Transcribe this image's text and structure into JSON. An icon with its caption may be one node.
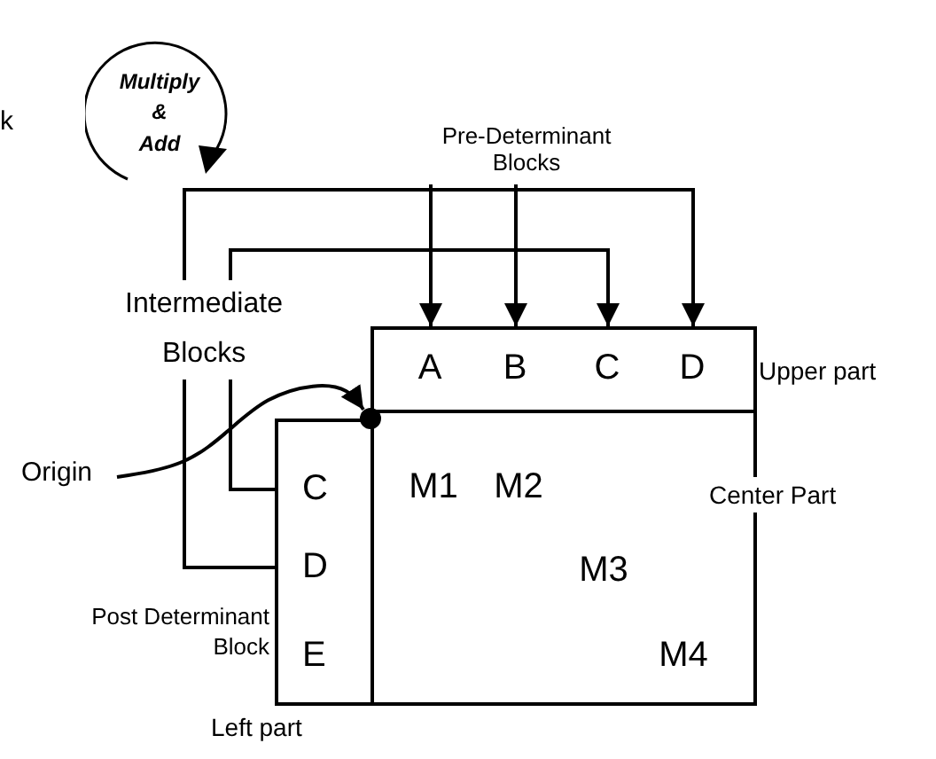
{
  "diagram": {
    "nodes": [
      {
        "text": [
          "Multiply & Add"
        ]
      },
      {
        "text": [
          "Pre-Determinant Blocks"
        ]
      },
      {
        "text": [
          "Upper part"
        ]
      },
      {
        "text": [
          "A"
        ],
        "in": 2
      },
      {
        "text": [
          "B"
        ],
        "in": 2
      },
      {
        "text": [
          "C"
        ],
        "in": 2
      },
      {
        "text": [
          "D"
        ],
        "in": 2
      },
      {
        "text": [
          "Center Part"
        ]
      },
      {
        "text": [
          "M1"
        ],
        "in": 7
      },
      {
        "text": [
          "M2"
        ],
        "in": 7
      },
      {
        "text": [
          "M3"
        ],
        "in": 7
      },
      {
        "text": [
          "M4"
        ],
        "in": 7
      },
      {
        "text": [
          "Left part"
        ]
      },
      {
        "text": [
          "C"
        ],
        "in": 12
      },
      {
        "text": [
          "D"
        ],
        "in": 12
      },
      {
        "text": [
          "E"
        ],
        "in": 12,
        "beside": [
          "Post Determinant Block"
        ]
      },
      {
        "text": [
          "Origin"
        ]
      },
      {
        "text": [],
        "shape": "circle"
      }
    ],
    "edges": [
      {
        "from": 1,
        "to": 3,
        "arrow": "to"
      },
      {
        "from": 1,
        "to": 4,
        "arrow": "to"
      },
      {
        "from": 13,
        "to": 5,
        "arrow": "to"
      },
      {
        "from": 14,
        "to": 6,
        "arrow": "to"
      },
      {
        "from": 16,
        "to": 17,
        "arrow": "to"
      }
    ],
    "labels": [
      "k",
      "Intermediate Blocks"
    ]
  }
}
